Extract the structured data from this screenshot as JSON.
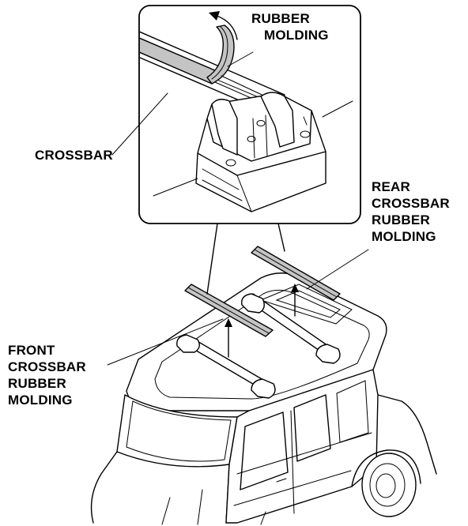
{
  "callouts": {
    "rubber_molding": [
      "RUBBER",
      "MOLDING"
    ],
    "crossbar": [
      "CROSSBAR"
    ],
    "rear_molding": [
      "REAR",
      "CROSSBAR",
      "RUBBER",
      "MOLDING"
    ],
    "front_molding": [
      "FRONT",
      "CROSSBAR",
      "RUBBER",
      "MOLDING"
    ]
  },
  "colors": {
    "molding_fill": "#c4c4c4",
    "line": "#000000",
    "background": "#ffffff"
  },
  "icons": {
    "removal_arrow": "curved-arrow-icon",
    "install_arrows": "up-arrow-icon"
  }
}
